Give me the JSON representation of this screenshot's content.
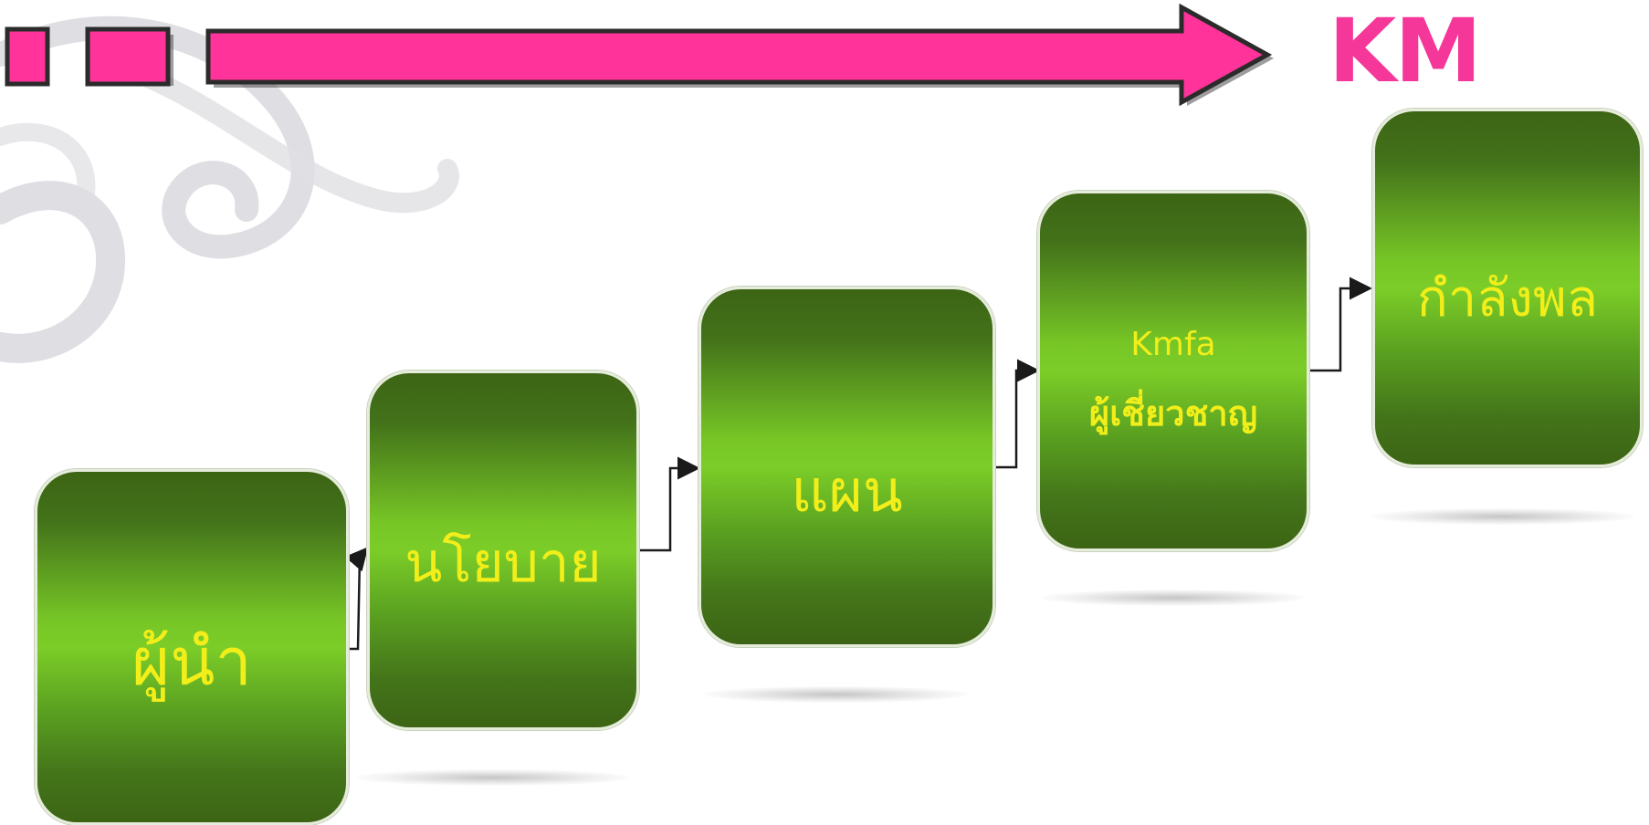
{
  "header": {
    "title": "KM",
    "accent_color": "#ff3399"
  },
  "steps": [
    {
      "label": "ผู้นำ"
    },
    {
      "label": "นโยบาย"
    },
    {
      "label": "แผน"
    },
    {
      "label": "ผู้เชี่ยวชาญ",
      "sublabel": "Kmfa"
    },
    {
      "label": "กำลังพล"
    }
  ],
  "colors": {
    "box_dark": "#3c6414",
    "box_light": "#7ccd28",
    "label": "#f2ee1a",
    "connector": "#1a1a1a"
  }
}
